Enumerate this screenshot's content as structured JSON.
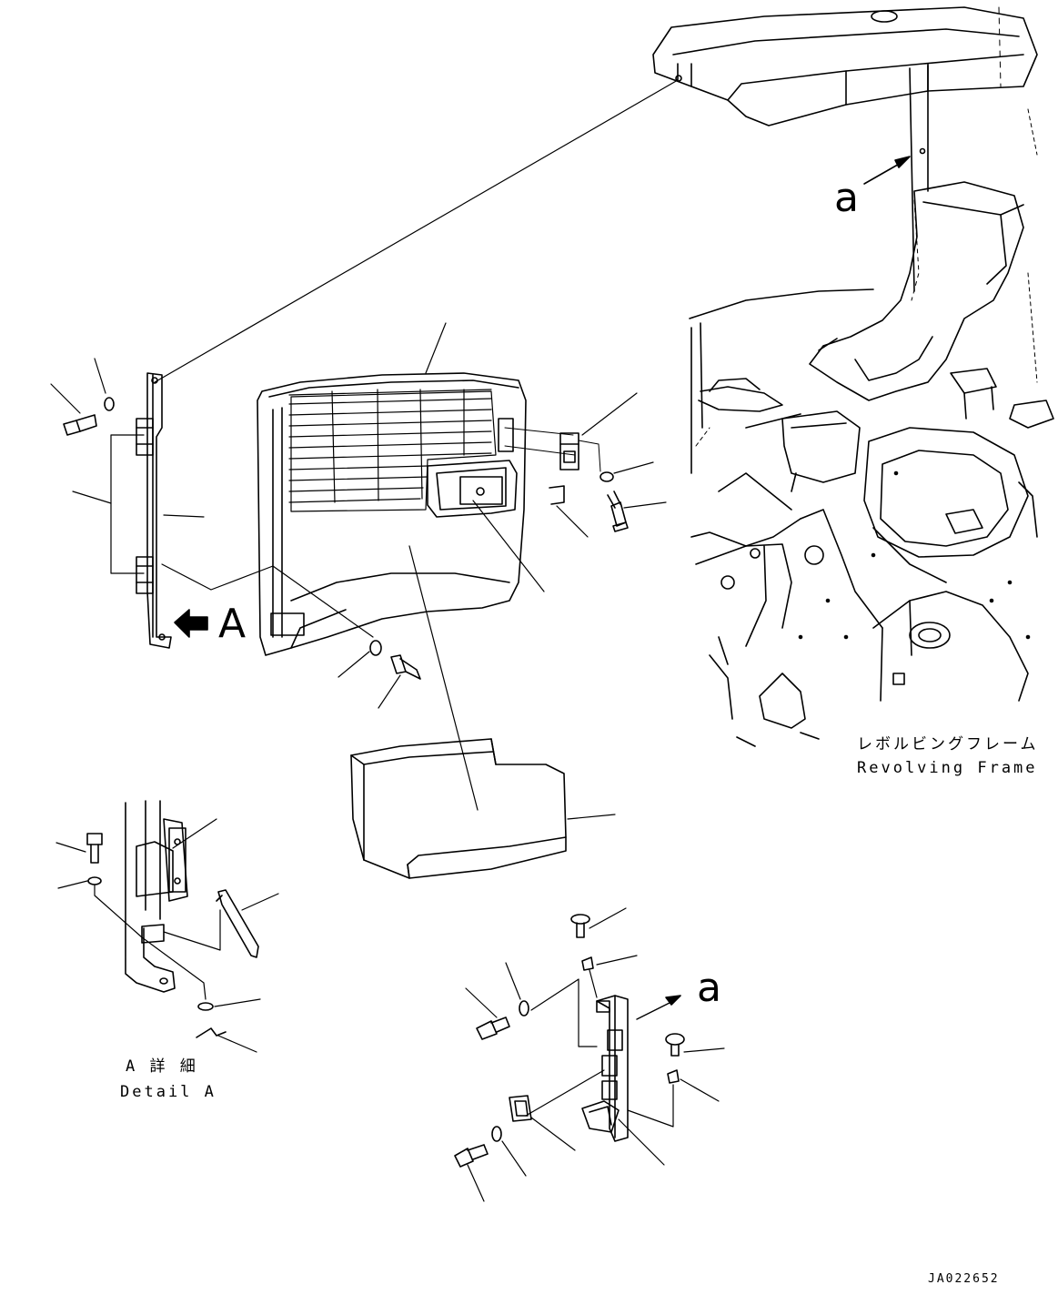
{
  "labels": {
    "view_arrow": "A",
    "callout_a_top": "a",
    "callout_a_bottom": "a",
    "frame_jp": "レボルビングフレーム",
    "frame_en": "Revolving Frame",
    "detail_jp": "A 詳 細",
    "detail_en": "Detail A",
    "drawing_no": "JA022652"
  },
  "colors": {
    "line": "#000000",
    "background": "#ffffff"
  }
}
